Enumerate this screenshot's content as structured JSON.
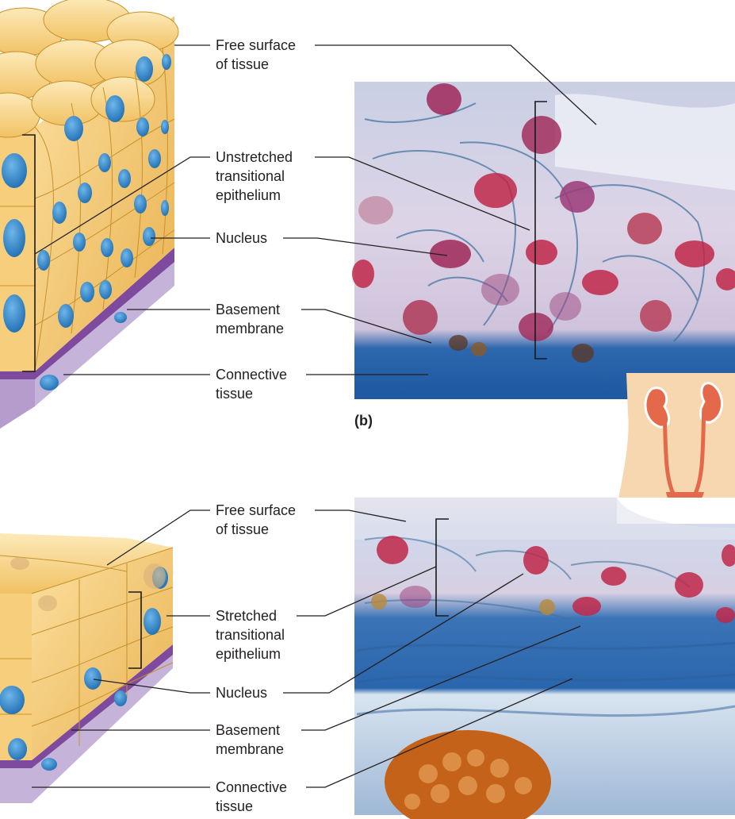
{
  "panel_b": {
    "tag": "(b)",
    "labels": {
      "free_surface": [
        "Free surface",
        "of tissue"
      ],
      "epithelium": [
        "Unstretched",
        "transitional",
        "epithelium"
      ],
      "nucleus": [
        "Nucleus"
      ],
      "basement": [
        "Basement",
        "membrane"
      ],
      "connective": [
        "Connective",
        "tissue"
      ]
    }
  },
  "panel_c": {
    "labels": {
      "free_surface": [
        "Free surface",
        "of tissue"
      ],
      "epithelium": [
        "Stretched",
        "transitional",
        "epithelium"
      ],
      "nucleus": [
        "Nucleus"
      ],
      "basement": [
        "Basement",
        "membrane"
      ],
      "connective": [
        "Connective",
        "tissue"
      ]
    }
  },
  "colors": {
    "cell_fill": "#f3c56a",
    "cell_edge": "#c8912a",
    "nucleus": "#3a8fd0",
    "basement": "#7d4a9e",
    "connective": "#c6b3d9",
    "micro_bg": "#d9d2e4",
    "micro_stain_blue": "#1e5fa8",
    "micro_nucleus": "#c0284a",
    "inset_skin": "#f6d7b0",
    "organ_red": "#e4684a"
  }
}
